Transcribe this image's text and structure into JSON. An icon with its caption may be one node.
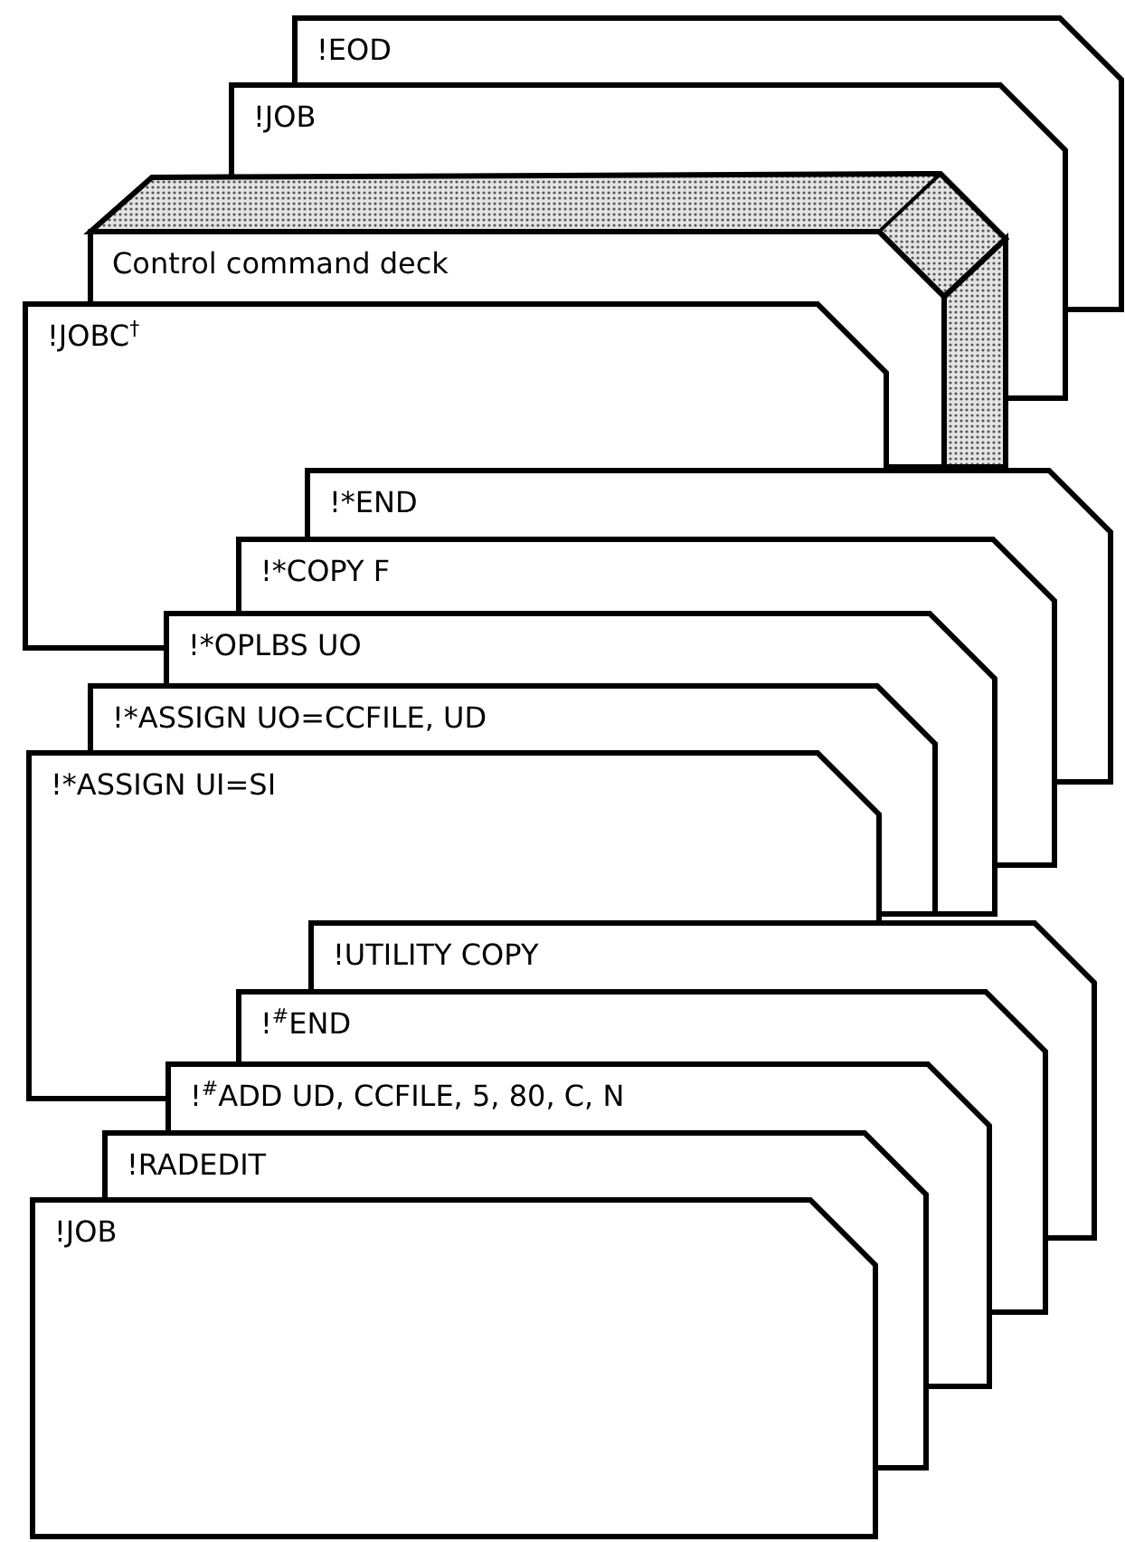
{
  "diagram": {
    "nodes": [
      {
        "text": [
          "!EOD"
        ]
      },
      {
        "text": [
          "!JOB"
        ]
      },
      {
        "text": [
          "Control command deck"
        ]
      },
      {
        "text": [
          "!JOBC$^{†}$"
        ]
      },
      {
        "text": [
          "!*END"
        ]
      },
      {
        "text": [
          "!*COPY F"
        ]
      },
      {
        "text": [
          "!*OPLBS UO"
        ]
      },
      {
        "text": [
          "!*ASSIGN UO=CCFILE, UD"
        ]
      },
      {
        "text": [
          "!*ASSIGN UI=SI"
        ]
      },
      {
        "text": [
          "!UTILITY COPY"
        ]
      },
      {
        "text": [
          "!$^{#}$END"
        ]
      },
      {
        "text": [
          "!$^{#}$ADD UD, CCFILE, 5, 80, C, N"
        ]
      },
      {
        "text": [
          "!RADEDIT"
        ]
      },
      {
        "text": [
          "!JOB"
        ]
      }
    ]
  }
}
